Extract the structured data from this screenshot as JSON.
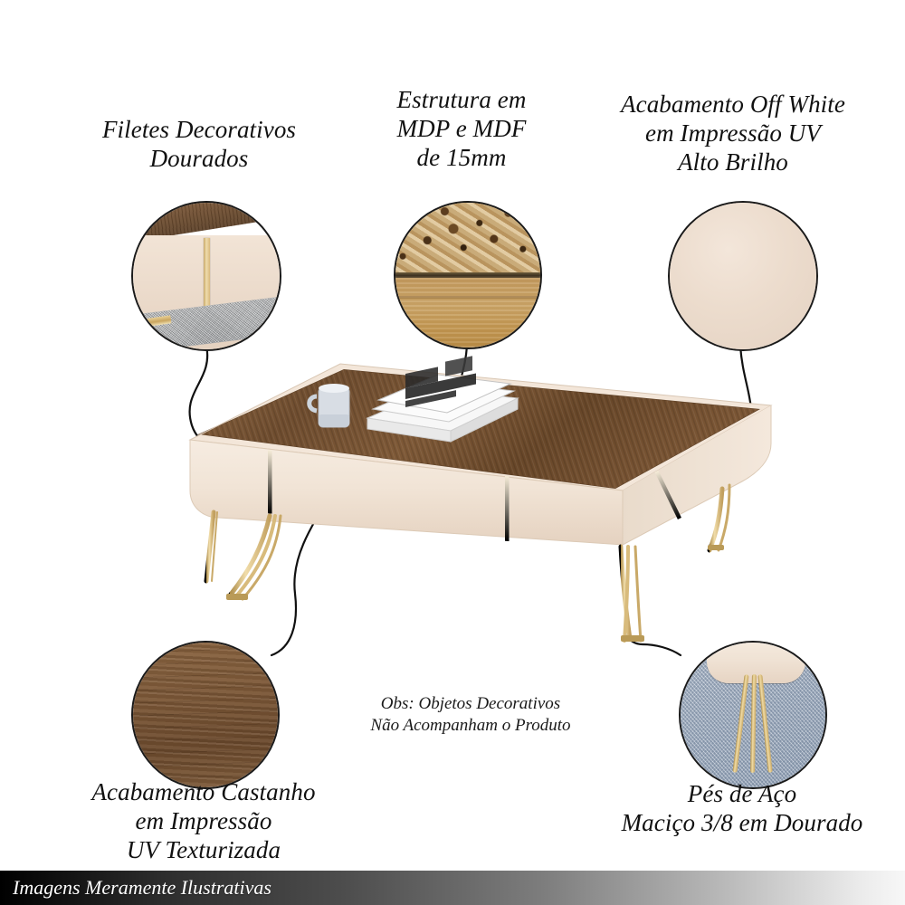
{
  "page": {
    "language": "pt-BR",
    "background_color": "#ffffff",
    "product": "Mesa de Centro"
  },
  "callouts": [
    {
      "id": "filetes-dourados",
      "label": "Filetes Decorativos\nDourados",
      "bubble": "gold-fillet-detail",
      "position": "top-left"
    },
    {
      "id": "estrutura-mdp-mdf",
      "label": "Estrutura em\nMDP e MDF\nde 15mm",
      "bubble": "mdp-mdf-cross-section",
      "position": "top-center"
    },
    {
      "id": "off-white",
      "label": "Acabamento Off White\nem Impressão UV\nAlto Brilho",
      "bubble": "off-white-swatch",
      "position": "top-right"
    },
    {
      "id": "castanho",
      "label": "Acabamento Castanho\nem Impressão\nUV Texturizada",
      "bubble": "walnut-swatch",
      "position": "bottom-left"
    },
    {
      "id": "pes-de-aco",
      "label": "Pés de Aço\nMaciço 3/8 em Dourado",
      "bubble": "gold-steel-legs-detail",
      "position": "bottom-right"
    }
  ],
  "note": {
    "text": "Obs: Objetos Decorativos\nNão Acompanham o Produto"
  },
  "footer": {
    "text": "Imagens Meramente Ilustrativas"
  },
  "product_scene": {
    "table_top_finish": "Castanho",
    "table_body_finish": "Off White",
    "legs_finish": "Dourado",
    "decor_items": [
      "mug",
      "book-stack"
    ]
  },
  "colors": {
    "off_white": "#ecdccd",
    "castanho": "#7a5636",
    "dourado": "#d4b06a",
    "carpet_blue": "#a9b6c8",
    "outline": "#1a1a1a",
    "footer_dark": "#000000"
  }
}
